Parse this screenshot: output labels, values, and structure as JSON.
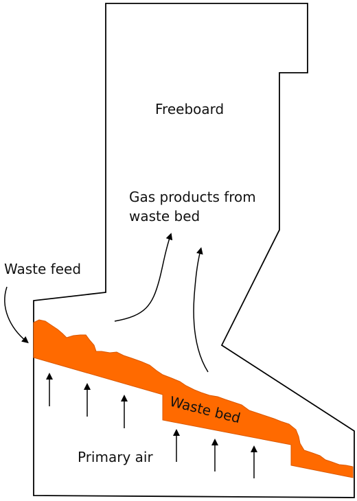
{
  "labels": {
    "freeboard": "Freeboard",
    "gas_products_line1": "Gas products from",
    "gas_products_line2": "waste bed",
    "waste_feed": "Waste feed",
    "waste_bed": "Waste bed",
    "primary_air": "Primary air"
  },
  "colors": {
    "waste_bed_fill": "#ff6a00",
    "outline": "#000000",
    "text": "#111111"
  }
}
